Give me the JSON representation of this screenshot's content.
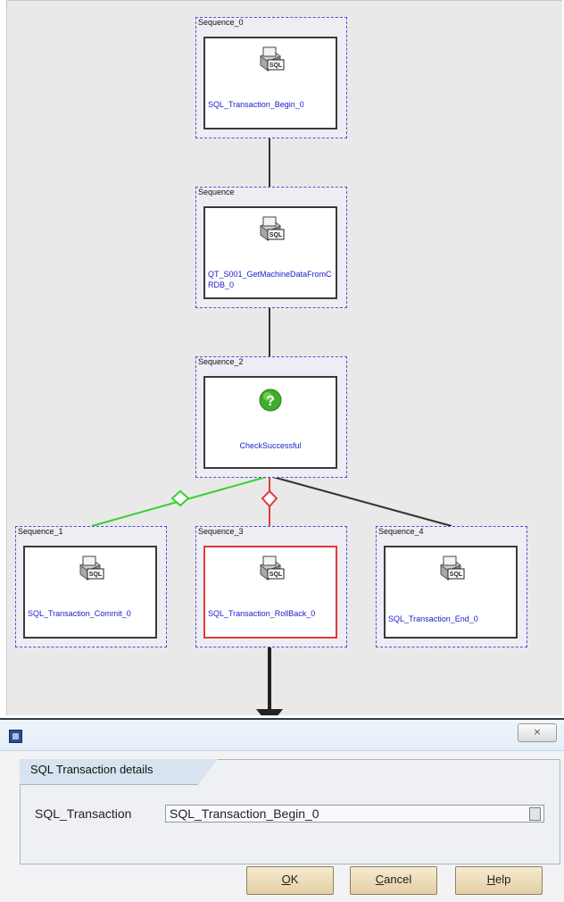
{
  "workflow": {
    "sequences": [
      {
        "label": "Sequence_0",
        "action": "SQL_Transaction_Begin_0",
        "icon": "sql-icon"
      },
      {
        "label": "Sequence",
        "action": "QT_S001_GetMachineDataFromCRDB_0",
        "icon": "sql-icon"
      },
      {
        "label": "Sequence_2",
        "action": "CheckSuccessful",
        "icon": "question-icon"
      },
      {
        "label": "Sequence_1",
        "action": "SQL_Transaction_Commit_0",
        "icon": "sql-icon"
      },
      {
        "label": "Sequence_3",
        "action": "SQL_Transaction_RollBack_0",
        "icon": "sql-icon"
      },
      {
        "label": "Sequence_4",
        "action": "SQL_Transaction_End_0",
        "icon": "sql-icon"
      }
    ],
    "colors": {
      "success_link": "#34d12a",
      "error_link": "#e23a3a",
      "default_link": "#333333",
      "selection_border": "#5151d6",
      "action_text": "#1a1acd"
    }
  },
  "dialog": {
    "close_label": "⨯",
    "group_title": "SQL Transaction details",
    "field_label": "SQL_Transaction",
    "field_value": "SQL_Transaction_Begin_0",
    "buttons": {
      "ok": {
        "mnemonic": "O",
        "rest": "K"
      },
      "cancel": {
        "mnemonic": "C",
        "rest": "ancel"
      },
      "help": {
        "mnemonic": "H",
        "rest": "elp"
      }
    }
  }
}
